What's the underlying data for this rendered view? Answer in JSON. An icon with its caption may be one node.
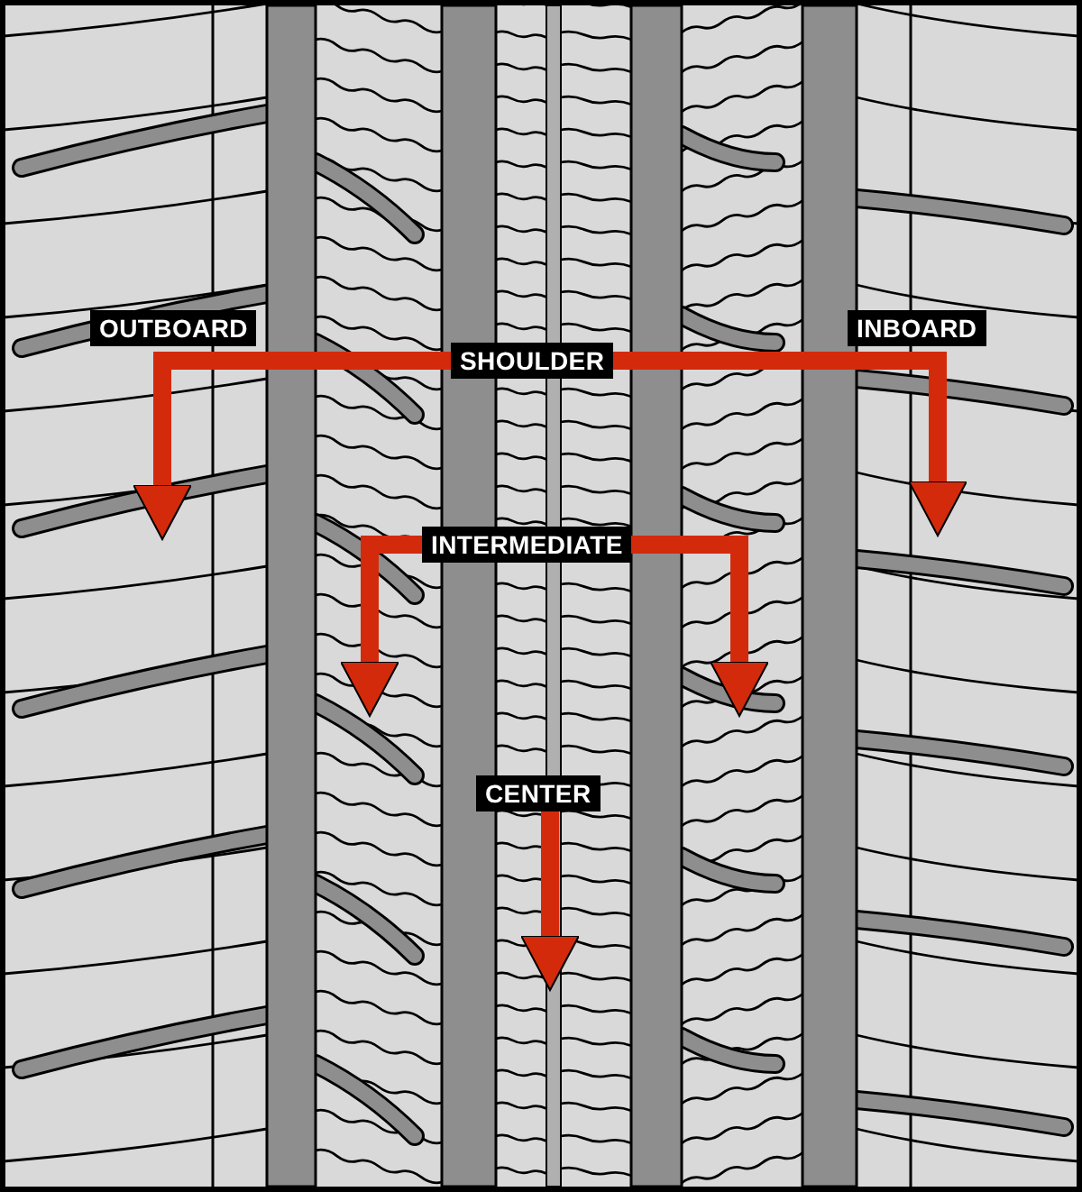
{
  "diagram": {
    "nodes": [
      {
        "text": [
          "OUTBOARD"
        ]
      },
      {
        "text": [
          "SHOULDER"
        ]
      },
      {
        "text": [
          "INBOARD"
        ]
      },
      {
        "text": [
          "INTERMEDIATE"
        ]
      },
      {
        "text": [
          "CENTER"
        ]
      }
    ],
    "edges": [
      {
        "from": 1,
        "to": null,
        "arrow": "to"
      },
      {
        "from": 1,
        "to": null,
        "arrow": "to"
      },
      {
        "from": 3,
        "to": null,
        "arrow": "to"
      },
      {
        "from": 3,
        "to": null,
        "arrow": "to"
      },
      {
        "from": 4,
        "to": null,
        "arrow": "to"
      }
    ]
  }
}
